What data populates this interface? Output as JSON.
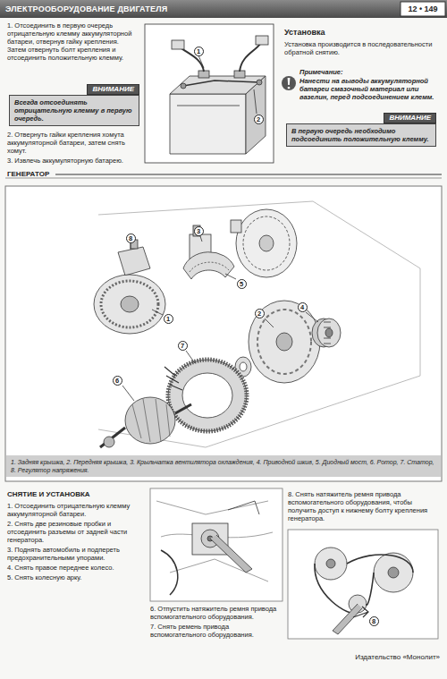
{
  "diagram": {
    "title": "ЭЛЕКТРООБОРУДОВАНИЕ ДВИГАТЕЛЯ",
    "caption": "1. Задняя крышка, 2. Передняя крышка, 3. Крыльчатка вентилятора охлаждения, 4. Приводной шкив, 5. Диодный мост, 6. Ротор, 7. Статор, 8. Регулятор напряжения.",
    "nodes": [
      {
        "text": [
          "ВНИМАНИЕ",
          "Всегда отсоединять отрицательную клемму в первую очередь."
        ]
      },
      {
        "text": [
          "1"
        ]
      },
      {
        "text": [
          "2"
        ]
      },
      {
        "text": [
          "ВНИМАНИЕ",
          "В первую очередь необходимо подсоединить положительную клемму."
        ]
      },
      {
        "text": [
          "8"
        ]
      },
      {
        "text": [
          "3"
        ]
      },
      {
        "text": [
          "5"
        ]
      },
      {
        "text": [
          "1"
        ]
      },
      {
        "text": [
          "2"
        ]
      },
      {
        "text": [
          "4"
        ]
      },
      {
        "text": [
          "7"
        ]
      },
      {
        "text": [
          "6"
        ]
      },
      {
        "text": [
          "8"
        ]
      }
    ],
    "labels": [
      "12 • 149",
      "1. Отсоединить в первую очередь отрицательную клемму аккумуляторной батареи, отвернув гайку крепления. Затем отвернуть болт крепления и отсоединить положительную клемму.",
      "2. Отвернуть гайки крепления хомута аккумуляторной батареи, затем снять хомут.",
      "3. Извлечь аккумуляторную батарею.",
      "Установка",
      "Установка производится в последовательности обратной снятию.",
      "Примечание:",
      "Нанести на выводы аккумуляторной батареи смазочный материал или вазелин, перед подсоединением клемм.",
      "ГЕНЕРАТОР",
      "СНЯТИЕ И УСТАНОВКА",
      "1. Отсоединить отрицательную клемму аккумуляторной батареи.",
      "2. Снять две резиновые пробки и отсоединить разъемы от задней части генератора.",
      "3. Поднять автомобиль и подпереть предохранительными упорами.",
      "4. Снять правое переднее колесо.",
      "5. Снять колесную арку.",
      "6. Отпустить натяжитель ремня привода вспомогательного оборудования.",
      "7. Снять ремень привода вспомогательного оборудования.",
      "8. Снять натяжитель ремня привода вспомогательного оборудования, чтобы получить доступ к нижнему болту крепления генератора.",
      "Издательство «Монолит»"
    ]
  }
}
